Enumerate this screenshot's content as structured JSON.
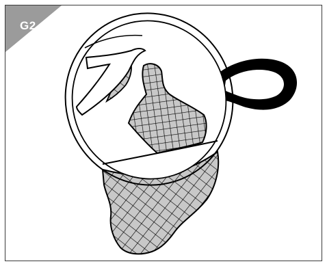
{
  "figure": {
    "step_label": "G2",
    "colors": {
      "frame_border": "#3a3a3a",
      "corner_badge": "#9b9b9b",
      "mesh_fill": "#c8c8c8",
      "outline": "#000000",
      "background": "#ffffff"
    },
    "icons": [
      "step-badge",
      "net-bag-illustration",
      "hanging-loop-icon",
      "mesh-pattern"
    ]
  }
}
